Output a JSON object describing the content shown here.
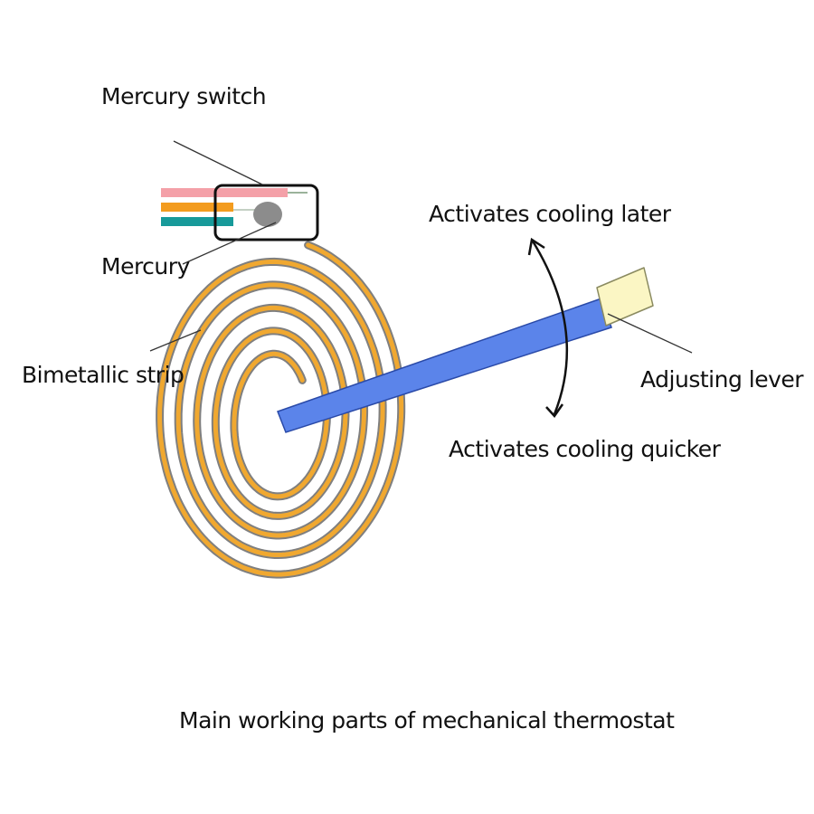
{
  "diagram": {
    "caption": "Main working parts of mechanical thermostat",
    "labels": {
      "mercury_switch": "Mercury switch",
      "mercury": "Mercury",
      "bimetallic_strip": "Bimetallic strip",
      "cooling_later": "Activates cooling later",
      "adjusting_lever": "Adjusting lever",
      "cooling_quicker": "Activates cooling quicker"
    },
    "colors": {
      "lever": "#5b84ea",
      "lever_handle": "#fbf6c4",
      "strip_gold": "#f0a830",
      "strip_gray": "#7f7f7f",
      "mercury": "#8c8c8c",
      "wire_pink": "#f4a0a8",
      "wire_orange": "#f39c1f",
      "wire_teal": "#179a9a"
    }
  }
}
